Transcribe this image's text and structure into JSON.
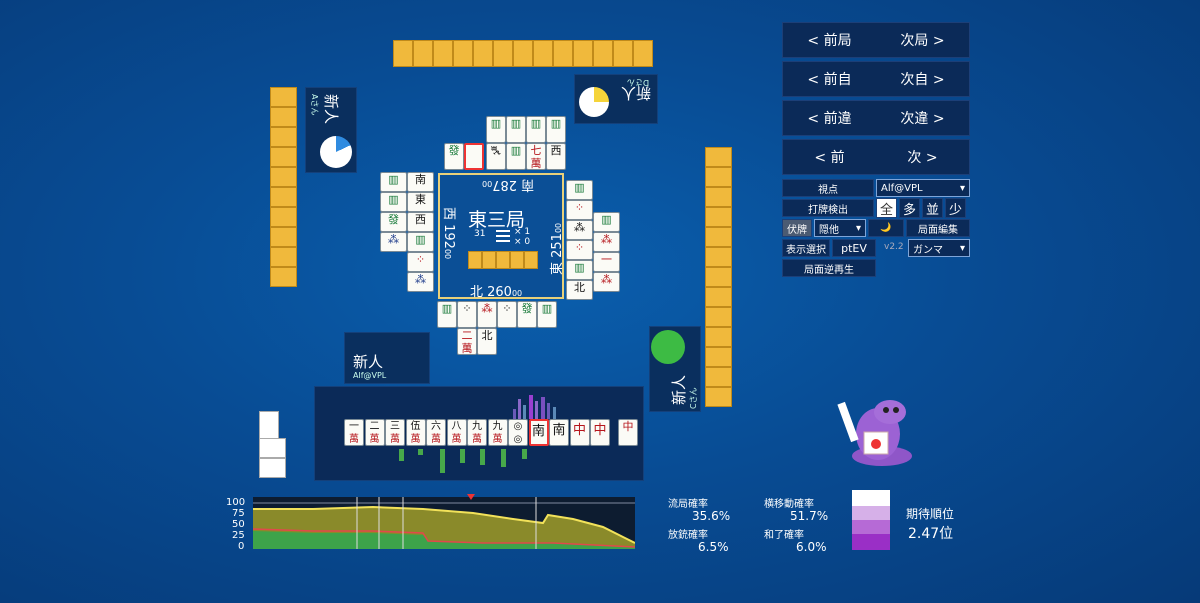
{
  "board": {
    "round": "東三局",
    "honba_count": "31",
    "stick_line1": "× 1",
    "stick_line2": "× 0",
    "seat_south": "南 287",
    "seat_west": "西 192",
    "seat_east": "東 251",
    "seat_north": "北 260",
    "score_suffix": "00"
  },
  "players": {
    "top": {
      "name": "新人",
      "id": "Dさん"
    },
    "left": {
      "name": "新人",
      "id": "Aさん"
    },
    "right": {
      "name": "新人",
      "id": "Cさん"
    },
    "self": {
      "name": "新人",
      "id": "Alf@VPL"
    }
  },
  "hand": {
    "tiles": [
      {
        "top": "一",
        "bot": "萬"
      },
      {
        "top": "二",
        "bot": "萬"
      },
      {
        "top": "三",
        "bot": "萬"
      },
      {
        "top": "伍",
        "bot": "萬"
      },
      {
        "top": "六",
        "bot": "萬"
      },
      {
        "top": "八",
        "bot": "萬"
      },
      {
        "top": "九",
        "bot": "萬"
      },
      {
        "top": "九",
        "bot": "萬"
      },
      {
        "top": "◎",
        "bot": "◎"
      },
      {
        "top": "南",
        "bot": ""
      },
      {
        "top": "南",
        "bot": ""
      },
      {
        "top": "中",
        "bot": ""
      },
      {
        "top": "中",
        "bot": ""
      }
    ],
    "drawn": "中"
  },
  "nav": {
    "prev_round": "< 前局",
    "next_round": "次局 >",
    "prev_self": "< 前自",
    "next_self": "次自 >",
    "prev_diff": "< 前違",
    "next_diff": "次違 >",
    "prev": "< 前",
    "next": "次 >"
  },
  "panel": {
    "viewpoint_label": "視点",
    "viewpoint_value": "Alf@VPL",
    "detect_label": "打牌検出",
    "detect_options": [
      "全",
      "多",
      "並",
      "少"
    ],
    "hidden_label": "伏牌",
    "hidden_value": "隠他",
    "moon": "🌙",
    "edit_label": "局面編集",
    "display_label": "表示選択",
    "ptev_label": "ptEV",
    "version": "v2.2",
    "gamma_value": "ガンマ",
    "replay_label": "局面逆再生"
  },
  "chart_axis": [
    "100",
    "75",
    "50",
    "25",
    "0"
  ],
  "stats": {
    "ryukyoku_label": "流局確率",
    "ryukyoku_value": "35.6%",
    "hoju_label": "放銃確率",
    "hoju_value": "6.5%",
    "yokoido_label": "横移動確率",
    "yokoido_value": "51.7%",
    "hora_label": "和了確率",
    "hora_value": "6.0%",
    "rank_label": "期待順位",
    "rank_value": "2.47位"
  },
  "colors": {
    "accent_yellow": "#f2e25a",
    "green_area": "#3da34a",
    "red_line": "#e2484b",
    "purple": "#9a2fc6"
  }
}
